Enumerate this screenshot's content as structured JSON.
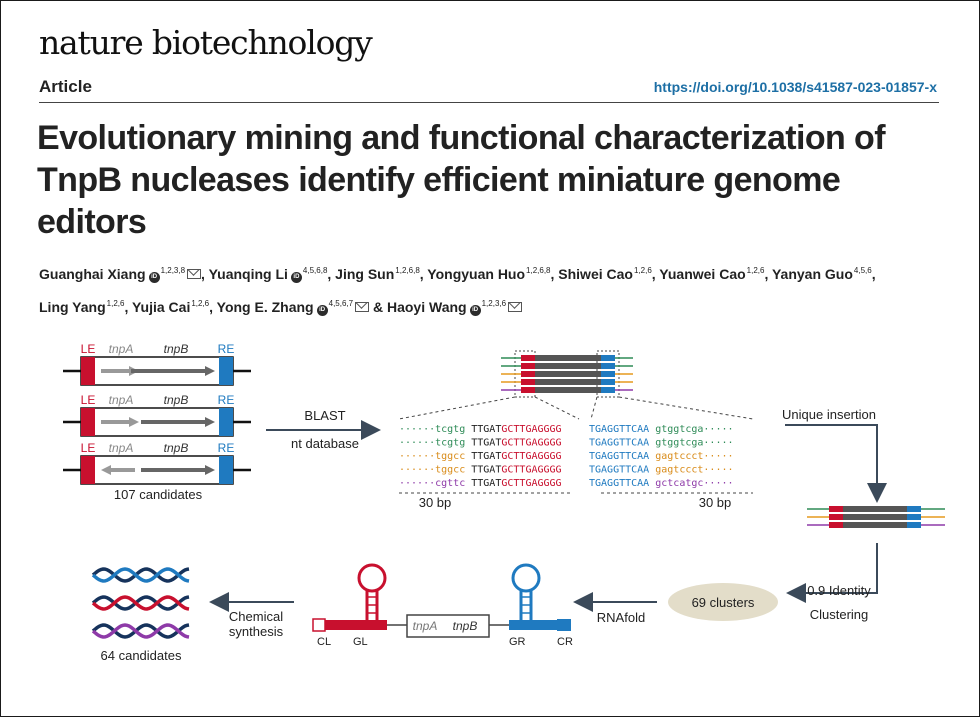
{
  "journal": "nature biotechnology",
  "article_label": "Article",
  "doi": "https://doi.org/10.1038/s41587-023-01857-x",
  "title": "Evolutionary mining and functional characterization of TnpB nucleases identify efficient miniature genome editors",
  "authors_line1": [
    {
      "name": "Guanghai Xiang",
      "sup": "1,2,3,8",
      "orcid": true,
      "mail": true
    },
    {
      "name": "Yuanqing Li",
      "sup": "4,5,6,8",
      "orcid": true,
      "mail": false
    },
    {
      "name": "Jing Sun",
      "sup": "1,2,6,8",
      "orcid": false,
      "mail": false
    },
    {
      "name": "Yongyuan Huo",
      "sup": "1,2,6,8",
      "orcid": false,
      "mail": false
    },
    {
      "name": "Shiwei Cao",
      "sup": "1,2,6",
      "orcid": false,
      "mail": false
    },
    {
      "name": "Yuanwei Cao",
      "sup": "1,2,6",
      "orcid": false,
      "mail": false
    },
    {
      "name": "Yanyan Guo",
      "sup": "4,5,6",
      "orcid": false,
      "mail": false
    }
  ],
  "authors_line2": [
    {
      "name": "Ling Yang",
      "sup": "1,2,6",
      "orcid": false,
      "mail": false
    },
    {
      "name": "Yujia Cai",
      "sup": "1,2,6",
      "orcid": false,
      "mail": false
    },
    {
      "name": "Yong E. Zhang",
      "sup": "4,5,6,7",
      "orcid": true,
      "mail": true
    },
    {
      "name": "Haoyi Wang",
      "sup": "1,2,3,6",
      "orcid": true,
      "mail": true
    }
  ],
  "authors_final_conjunction": "&",
  "figure": {
    "le": "LE",
    "re": "RE",
    "tnpa": "tnpA",
    "tnpb": "tnpB",
    "candidates_107": "107 candidates",
    "blast": "BLAST",
    "nt_database": "nt database",
    "unique_insertion": "Unique insertion",
    "bp_left": "30 bp",
    "bp_right": "30 bp",
    "seq_rows": [
      {
        "color": "#2e8b57",
        "left_flank": "tcgtg",
        "right_flank": "gtggtcga"
      },
      {
        "color": "#2e8b57",
        "left_flank": "tcgtg",
        "right_flank": "gtggtcga"
      },
      {
        "color": "#d98c1a",
        "left_flank": "tggcc",
        "right_flank": "gagtccct"
      },
      {
        "color": "#d98c1a",
        "left_flank": "tggcc",
        "right_flank": "gagtccct"
      },
      {
        "color": "#8e3aa8",
        "left_flank": "cgttc",
        "right_flank": "gctcatgc"
      }
    ],
    "seq_core_left_black": "TTGAT",
    "seq_core_left_red": "GCTTGAGGGG",
    "seq_core_right_blue": "TGAGGTTCAA",
    "identity": "0.9 Identity",
    "clustering": "Clustering",
    "clusters": "69 clusters",
    "rnafold": "RNAfold",
    "cl": "CL",
    "gl": "GL",
    "gr": "GR",
    "cr": "CR",
    "chemical": "Chemical",
    "synthesis": "synthesis",
    "candidates_64": "64 candidates",
    "colors": {
      "red": "#c8102e",
      "blue": "#1f7ac0",
      "gray": "#555555",
      "green": "#2e8b57",
      "orange": "#e69a1f",
      "purple": "#8e3aa8"
    }
  }
}
